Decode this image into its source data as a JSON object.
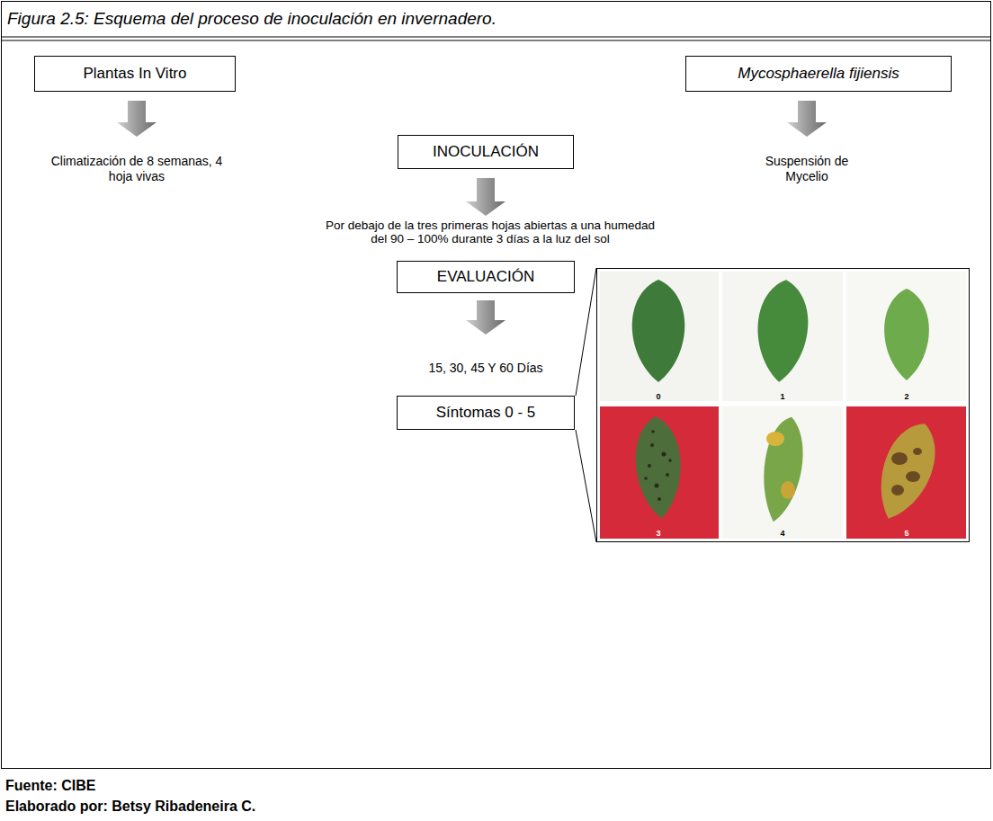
{
  "diagram": {
    "title": "Figura 2.5: Esquema del proceso de inoculación en invernadero.",
    "nodes": [
      {
        "text": [
          "Plantas In Vitro"
        ]
      },
      {
        "text": [
          "Mycosphaerella fijiensis"
        ]
      },
      {
        "text": [
          "INOCULACIÓN"
        ]
      },
      {
        "text": [
          "EVALUACIÓN"
        ]
      },
      {
        "text": [
          "Síntomas 0 - 5"
        ]
      }
    ],
    "labels": [
      "Climatización de 8 semanas, 4 hoja vivas",
      "Suspensión de Mycelio",
      "Por debajo de la tres primeras hojas abiertas a una humedad del 90 – 100% durante 3 días a la luz del sol",
      "15, 30, 45 Y 60 Días",
      "0",
      "1",
      "2",
      "3",
      "4",
      "5",
      "Fuente: CIBE",
      "Elaborado por: Betsy Ribadeneira C."
    ]
  }
}
